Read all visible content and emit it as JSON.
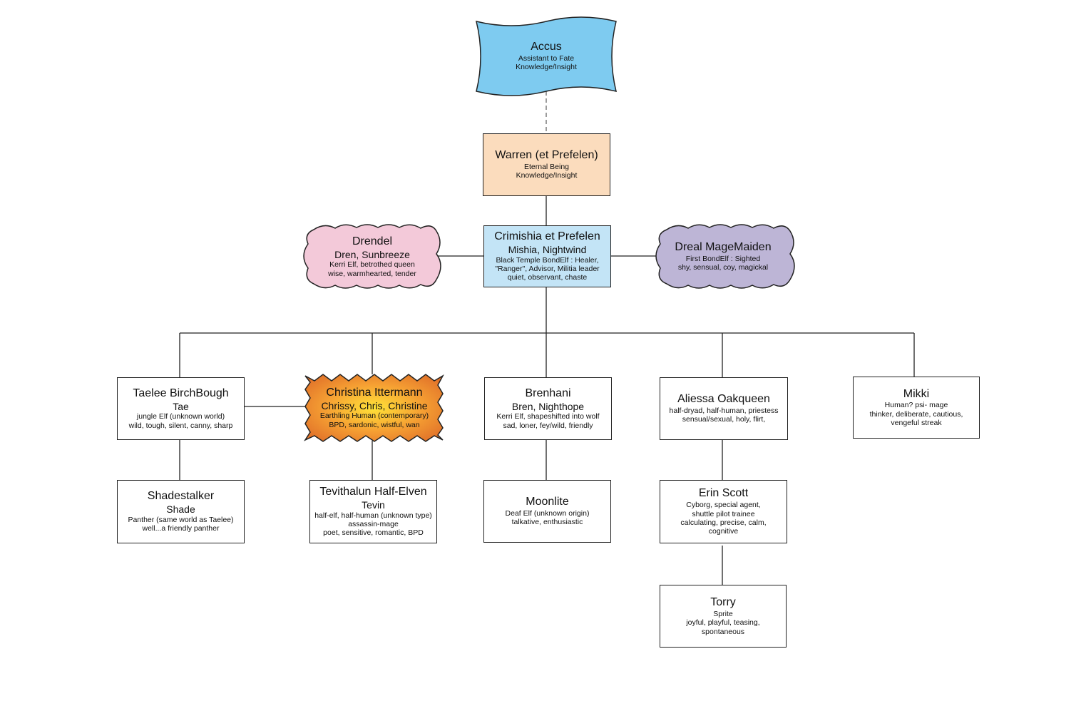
{
  "colors": {
    "accus_fill": "#7ecbf0",
    "warren_fill": "#fbdcbd",
    "crimishia_fill": "#c3e4f6",
    "drendel_fill": "#f3c9d9",
    "dreal_fill": "#bdb5d6",
    "christina_fill_outer": "#e2742a",
    "christina_fill_inner": "#ffe338",
    "line": "#222222"
  },
  "nodes": {
    "accus": {
      "title": "Accus",
      "lines": [
        "Assistant to Fate",
        "Knowledge/Insight"
      ]
    },
    "warren": {
      "title": "Warren (et Prefelen)",
      "lines": [
        "Eternal Being",
        "Knowledge/Insight"
      ]
    },
    "crimishia": {
      "title": "Crimishia et Prefelen",
      "subtitle": "Mishia, Nightwind",
      "lines": [
        "Black Temple BondElf : Healer,",
        "\"Ranger\",  Advisor, Militia leader",
        "quiet, observant, chaste"
      ]
    },
    "drendel": {
      "title": "Drendel",
      "subtitle": "Dren, Sunbreeze",
      "lines": [
        "Kerri Elf, betrothed queen",
        "wise, warmhearted, tender"
      ]
    },
    "dreal": {
      "title": "Dreal MageMaiden",
      "lines": [
        "First BondElf : Sighted",
        "shy, sensual, coy, magickal"
      ]
    },
    "taelee": {
      "title": "Taelee BirchBough",
      "subtitle": "Tae",
      "lines": [
        "jungle Elf (unknown world)",
        "wild, tough, silent, canny, sharp"
      ]
    },
    "christina": {
      "title": "Christina Ittermann",
      "subtitle": "Chrissy, Chris, Christine",
      "lines": [
        "Earthling Human (contemporary)",
        "BPD, sardonic, wistful, wan"
      ]
    },
    "brenhani": {
      "title": "Brenhani",
      "subtitle": "Bren, Nighthope",
      "lines": [
        "Kerri Elf, shapeshifted into wolf",
        "sad, loner, fey/wild, friendly"
      ]
    },
    "aliessa": {
      "title": "Aliessa Oakqueen",
      "lines": [
        "half-dryad, half-human, priestess",
        "sensual/sexual, holy, flirt,"
      ]
    },
    "mikki": {
      "title": "Mikki",
      "lines": [
        "Human? psi- mage",
        "thinker, deliberate, cautious,",
        "vengeful streak"
      ]
    },
    "shadestalker": {
      "title": "Shadestalker",
      "subtitle": "Shade",
      "lines": [
        "Panther (same world as Taelee)",
        "well...a friendly panther"
      ]
    },
    "tevithalun": {
      "title": "Tevithalun Half-Elven",
      "subtitle": "Tevin",
      "lines": [
        "half-elf, half-human (unknown type)",
        "assassin-mage",
        "poet, sensitive, romantic, BPD"
      ]
    },
    "moonlite": {
      "title": "Moonlite",
      "lines": [
        "Deaf Elf (unknown origin)",
        "talkative, enthusiastic"
      ]
    },
    "erin": {
      "title": "Erin Scott",
      "lines": [
        "Cyborg, special agent,",
        "shuttle pilot trainee",
        "calculating, precise, calm,",
        "cognitive"
      ]
    },
    "torry": {
      "title": "Torry",
      "lines": [
        "Sprite",
        "joyful, playful, teasing,",
        "spontaneous"
      ]
    }
  }
}
